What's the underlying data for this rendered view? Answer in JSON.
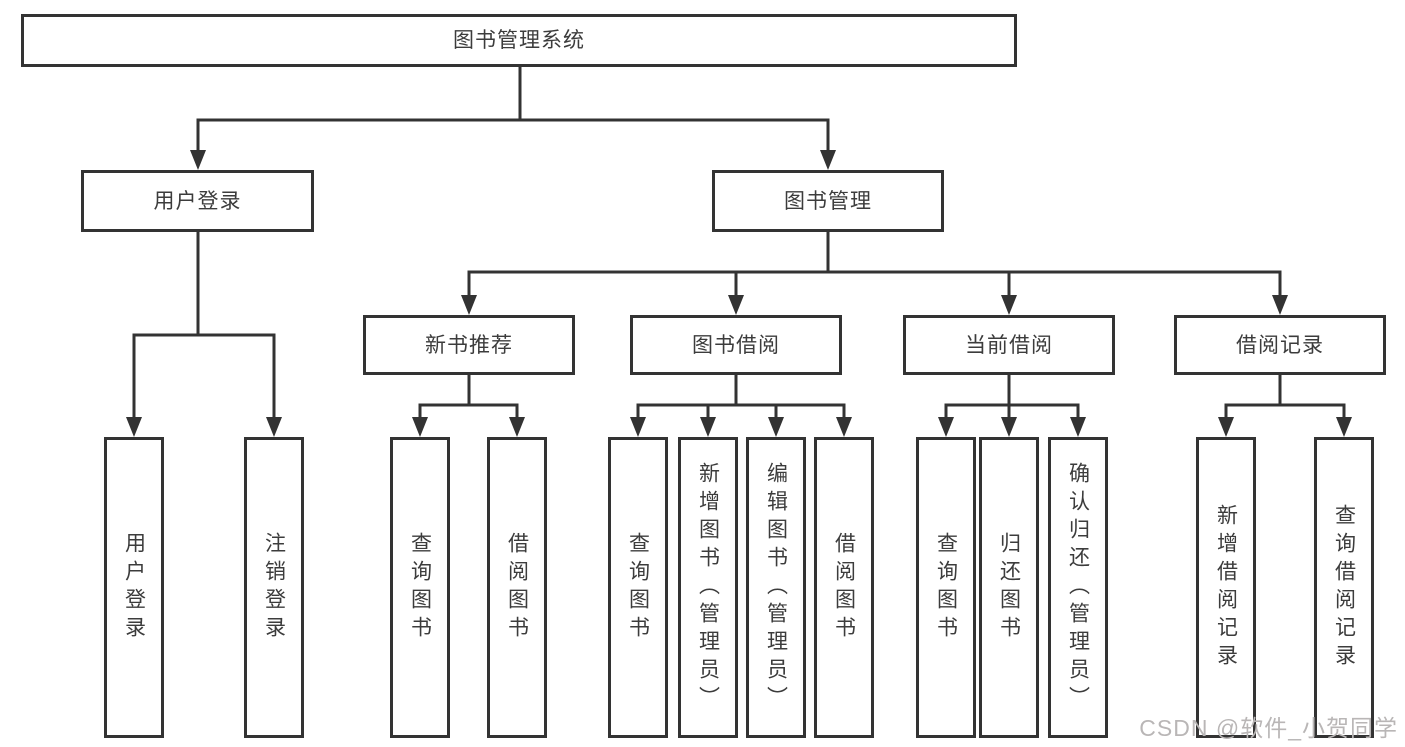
{
  "tree": {
    "root": {
      "label": "图书管理系统",
      "children": [
        {
          "label": "用户登录",
          "children": [
            {
              "label": "用户登录"
            },
            {
              "label": "注销登录"
            }
          ]
        },
        {
          "label": "图书管理",
          "children": [
            {
              "label": "新书推荐",
              "children": [
                {
                  "label": "查询图书"
                },
                {
                  "label": "借阅图书"
                }
              ]
            },
            {
              "label": "图书借阅",
              "children": [
                {
                  "label": "查询图书"
                },
                {
                  "label": "新增图书（管理员）"
                },
                {
                  "label": "编辑图书（管理员）"
                },
                {
                  "label": "借阅图书"
                }
              ]
            },
            {
              "label": "当前借阅",
              "children": [
                {
                  "label": "查询图书"
                },
                {
                  "label": "归还图书"
                },
                {
                  "label": "确认归还（管理员）"
                }
              ]
            },
            {
              "label": "借阅记录",
              "children": [
                {
                  "label": "新增借阅记录"
                },
                {
                  "label": "查询借阅记录"
                }
              ]
            }
          ]
        }
      ]
    }
  },
  "watermark": {
    "text": "CSDN @软件_小贺同学"
  },
  "colors": {
    "line": "#333333",
    "box_border": "#333333",
    "text": "#3c3c3c",
    "watermark": "#b9b6b6",
    "background": "#ffffff"
  }
}
